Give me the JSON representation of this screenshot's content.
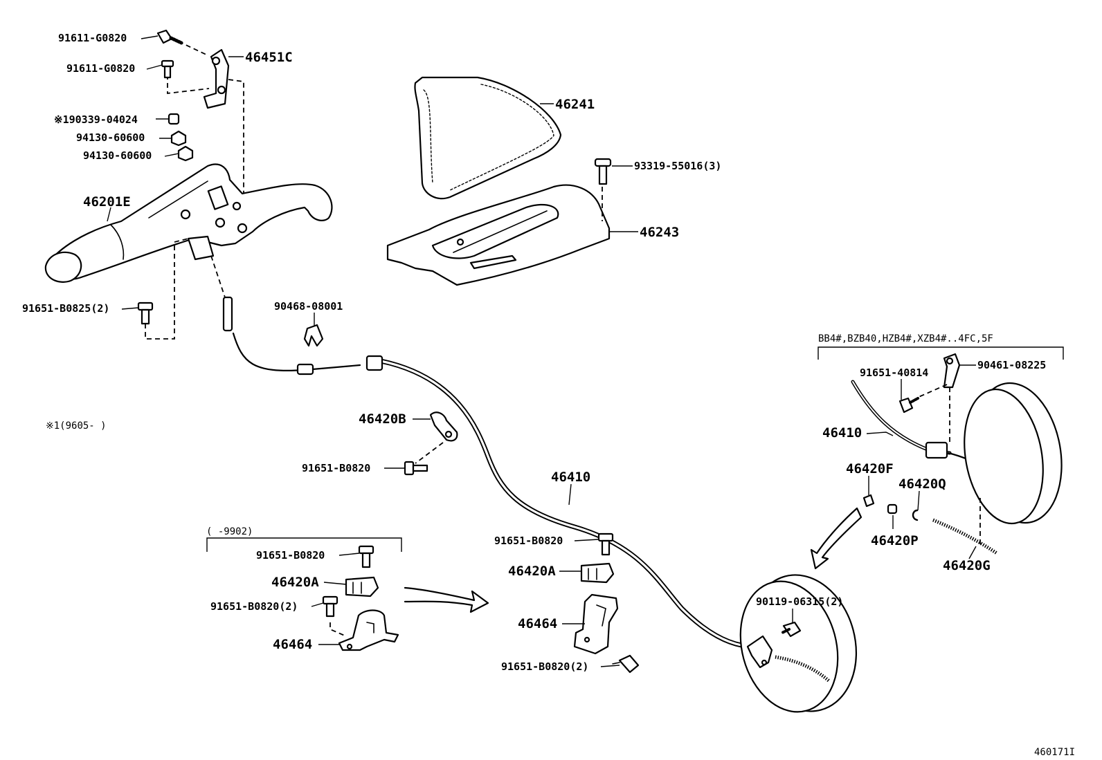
{
  "diagram_code": "460171I",
  "labels": {
    "l_91611_a": "91611-G0820",
    "l_91611_b": "91611-G0820",
    "l_46451c": "46451C",
    "l_190339": "※190339-04024",
    "l_94130_a": "94130-60600",
    "l_94130_b": "94130-60600",
    "l_46201e": "46201E",
    "l_91651_b0825": "91651-B0825(2)",
    "l_90468": "90468-08001",
    "l_note1": "※1(9605-      )",
    "l_46241": "46241",
    "l_93319": "93319-55016(3)",
    "l_46243": "46243",
    "l_46420b": "46420B",
    "l_91651_b0820_a": "91651-B0820",
    "l_46410_main": "46410",
    "l_9902": "(      -9902)",
    "l_91651_b0820_b": "91651-B0820",
    "l_46420a_l": "46420A",
    "l_91651_b0820_2a": "91651-B0820(2)",
    "l_46464_l": "46464",
    "l_91651_b0820_c": "91651-B0820",
    "l_46420a_r": "46420A",
    "l_46464_r": "46464",
    "l_91651_b0820_2b": "91651-B0820(2)",
    "l_90119": "90119-06315(2)",
    "l_bb4": "BB4#,BZB40,HZB4#,XZB4#..4FC,5F",
    "l_91651_40814": "91651-40814",
    "l_90461": "90461-08225",
    "l_46410_r": "46410",
    "l_46420f": "46420F",
    "l_46420q": "46420Q",
    "l_46420p": "46420P",
    "l_46420g": "46420G"
  }
}
